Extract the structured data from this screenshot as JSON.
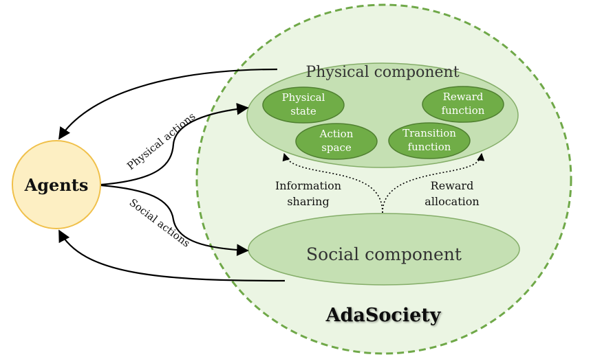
{
  "agents": {
    "label": "Agents"
  },
  "society": {
    "label": "AdaSociety"
  },
  "physical": {
    "title": "Physical component",
    "items": [
      {
        "line1": "Physical",
        "line2": "state"
      },
      {
        "line1": "Reward",
        "line2": "function"
      },
      {
        "line1": "Action",
        "line2": "space"
      },
      {
        "line1": "Transition",
        "line2": "function"
      }
    ]
  },
  "social": {
    "title": "Social component"
  },
  "arrows": {
    "physical_actions": "Physical actions",
    "social_actions": "Social actions",
    "information_sharing": {
      "line1": "Information",
      "line2": "sharing"
    },
    "reward_allocation": {
      "line1": "Reward",
      "line2": "allocation"
    }
  },
  "colors": {
    "agent_fill": "#fdefc3",
    "agent_stroke": "#f0c04a",
    "society_stroke": "#6fa848",
    "society_fill": "#ebf5e3",
    "component_fill": "#c5e0b3",
    "component_stroke": "#84ad68",
    "item_fill": "#70ad47",
    "item_stroke": "#4f7f30"
  }
}
